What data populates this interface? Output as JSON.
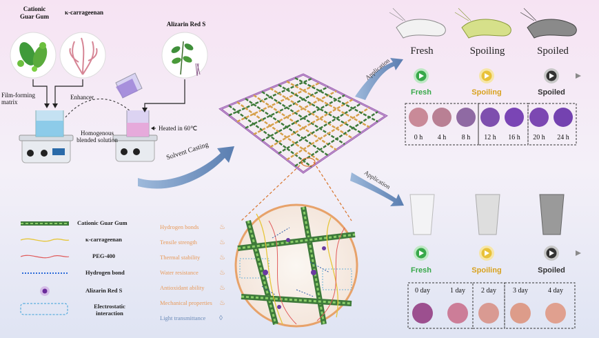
{
  "ingredients": {
    "guar": "Cationic\nGuar Gum",
    "carrageenan": "κ-carrageenan",
    "alizarin": "Alizarin Red S"
  },
  "process": {
    "film_forming": "Film-forming\nmatrix",
    "enhancer": "Enhancer",
    "homogenous": "Homogenous\nblended solution",
    "heated": "Heated in 60℃",
    "solvent_casting": "Solvent Casting",
    "application_top": "Application",
    "application_bottom": "Application"
  },
  "shrimp_stages": [
    "Fresh",
    "Spoiling",
    "Spoiled"
  ],
  "timeline_top": {
    "labels": [
      "Fresh",
      "Spoiling",
      "Spoiled"
    ],
    "times": [
      "0 h",
      "4 h",
      "8 h",
      "12 h",
      "16 h",
      "20 h",
      "24 h"
    ],
    "colors": [
      "#c98a98",
      "#b98094",
      "#8f6aa3",
      "#7e4fae",
      "#7a45b5",
      "#7c48b2",
      "#7442b0"
    ]
  },
  "timeline_bottom": {
    "labels": [
      "Fresh",
      "Spoiling",
      "Spoiled"
    ],
    "times": [
      "0 day",
      "1 day",
      "2 day",
      "3 day",
      "4 day"
    ],
    "colors": [
      "#9c4f8f",
      "#cc7d98",
      "#d99a92",
      "#dd9c8a",
      "#e0a08f"
    ]
  },
  "legend": {
    "items": [
      "Cationic Guar Gum",
      "κ-carrageenan",
      "PEG-400",
      "Hydrogen bond",
      "Alizarin Red S",
      "Electrostatic\ninteraction"
    ]
  },
  "properties": {
    "items": [
      "Hydrogen bonds",
      "Tensile strength",
      "Thermal stability",
      "Water resistance",
      "Antioxidant ability",
      "Mechanical properties",
      "Light transmittance"
    ]
  },
  "colors": {
    "fresh": "#38a84a",
    "spoiling": "#d8a21f",
    "spoiled": "#333333",
    "accent_arrow": "#4a73a8"
  }
}
